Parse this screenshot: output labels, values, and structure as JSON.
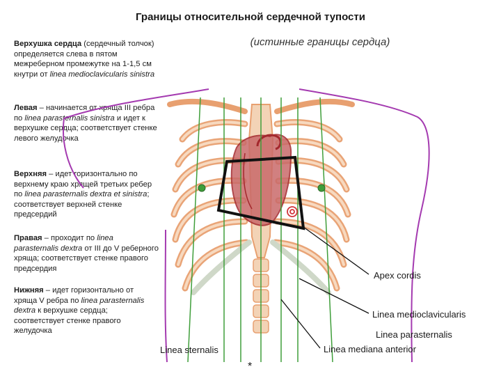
{
  "title": "Границы относительной сердечной тупости",
  "subtitle": "(истинные границы сердца)",
  "paragraphs": {
    "apex": {
      "head": "Верхушка сердца",
      "text1": " (сердечный толчок) определяется слева в пятом межреберном промежутке на 1-1,5 см кнутри от ",
      "latin": "linea medioclavicularis sinistra"
    },
    "left": {
      "head": "Левая",
      "text1": " – начинается от хряща III ребра по ",
      "latin": "linea parasternalis sinistra",
      "text2": " и идет к верхушке сердца; соответствует стенке левого желудочка"
    },
    "upper": {
      "head": "Верхняя",
      "text1": " – идет горизонтально по верхнему краю хрящей третьих ребер по ",
      "latin": "linea parasternalis dextra et sinistra",
      "text2": "; соответствует верхней стенке предсердий"
    },
    "right": {
      "head": "Правая",
      "text1": " – проходит по ",
      "latin": "linea parasternalis dextra",
      "text2": " от III до V реберного хряща; соответствует стенке правого предсердия"
    },
    "lower": {
      "head": "Нижняя",
      "text1": " – идет горизонтально от хряща V ребра по ",
      "latin": "linea parasternalis dextra",
      "text2": " к верхушке сердца; соответствует стенке правого желудочка"
    }
  },
  "labels": {
    "apex_cordis": "Apex cordis",
    "mcl": "Linea medioclavicularis",
    "psl": "Linea parasternalis",
    "mant": "Linea mediana anterior",
    "stern": "Linea sternalis",
    "star": "*"
  },
  "colors": {
    "rib": "#e8a070",
    "rib_fill": "#f7d9bf",
    "cartilage": "#cfd8c8",
    "body_outline": "#a43ab0",
    "vertical_line": "#3f9e3a",
    "border": "#111111",
    "heart": "#c96a6a",
    "heart_outline": "#a3282d"
  }
}
